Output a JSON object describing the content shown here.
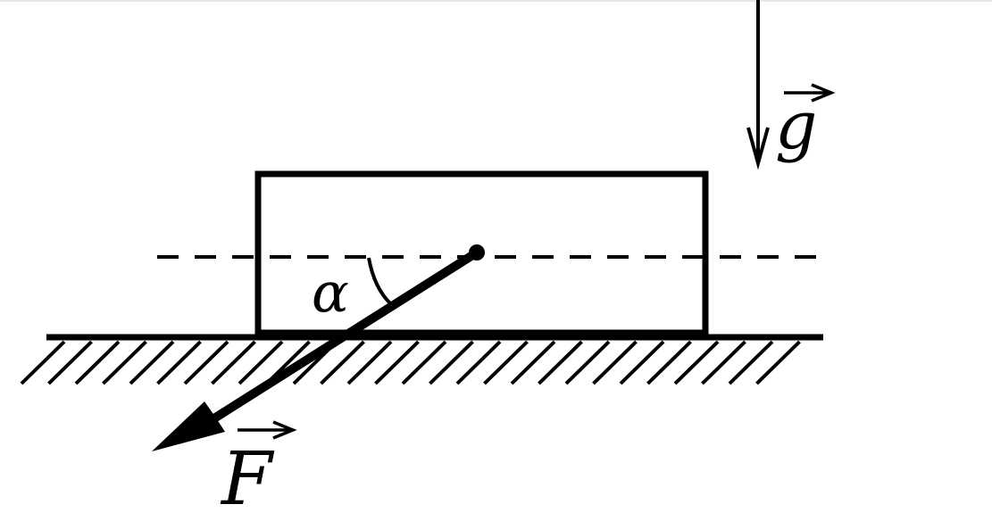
{
  "labels": {
    "gravity": "g",
    "force": "F",
    "angle": "α"
  },
  "colors": {
    "ink": "#000000",
    "background": "#ffffff"
  }
}
